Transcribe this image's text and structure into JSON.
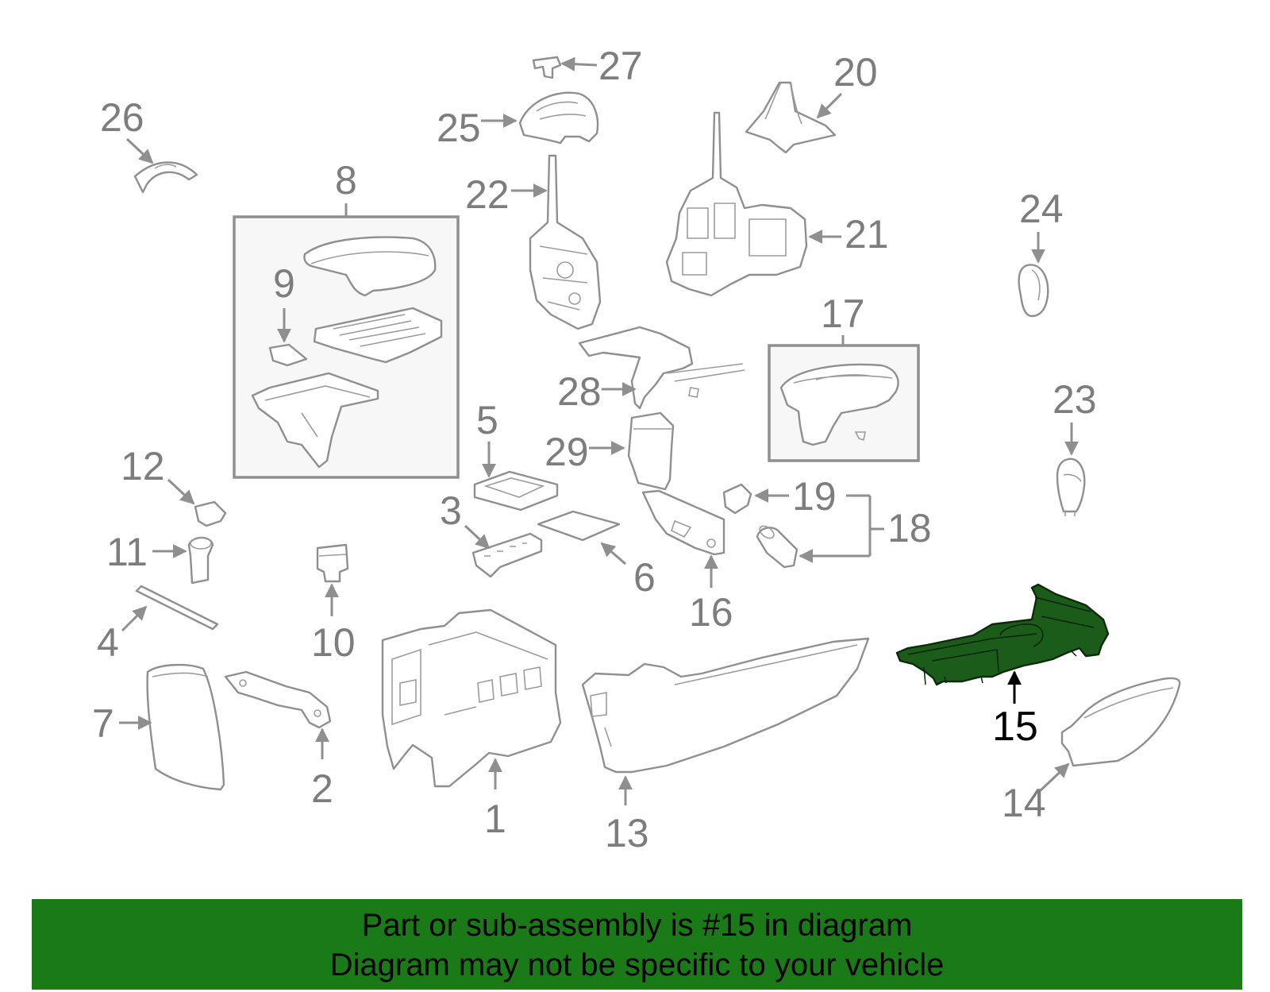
{
  "diagram": {
    "callouts": [
      {
        "id": "1",
        "label": "1"
      },
      {
        "id": "2",
        "label": "2"
      },
      {
        "id": "3",
        "label": "3"
      },
      {
        "id": "4",
        "label": "4"
      },
      {
        "id": "5",
        "label": "5"
      },
      {
        "id": "6",
        "label": "6"
      },
      {
        "id": "7",
        "label": "7"
      },
      {
        "id": "8",
        "label": "8"
      },
      {
        "id": "9",
        "label": "9"
      },
      {
        "id": "10",
        "label": "10"
      },
      {
        "id": "11",
        "label": "11"
      },
      {
        "id": "12",
        "label": "12"
      },
      {
        "id": "13",
        "label": "13"
      },
      {
        "id": "14",
        "label": "14"
      },
      {
        "id": "15",
        "label": "15"
      },
      {
        "id": "16",
        "label": "16"
      },
      {
        "id": "17",
        "label": "17"
      },
      {
        "id": "18",
        "label": "18"
      },
      {
        "id": "19",
        "label": "19"
      },
      {
        "id": "20",
        "label": "20"
      },
      {
        "id": "21",
        "label": "21"
      },
      {
        "id": "22",
        "label": "22"
      },
      {
        "id": "23",
        "label": "23"
      },
      {
        "id": "24",
        "label": "24"
      },
      {
        "id": "25",
        "label": "25"
      },
      {
        "id": "26",
        "label": "26"
      },
      {
        "id": "27",
        "label": "27"
      },
      {
        "id": "28",
        "label": "28"
      },
      {
        "id": "29",
        "label": "29"
      }
    ],
    "highlighted_part": "15",
    "highlight_color": "#1c5c1a"
  },
  "banner": {
    "line1": "Part or sub-assembly is #15 in diagram",
    "line2": "Diagram may not be specific to your vehicle",
    "background": "#1a7a18"
  }
}
